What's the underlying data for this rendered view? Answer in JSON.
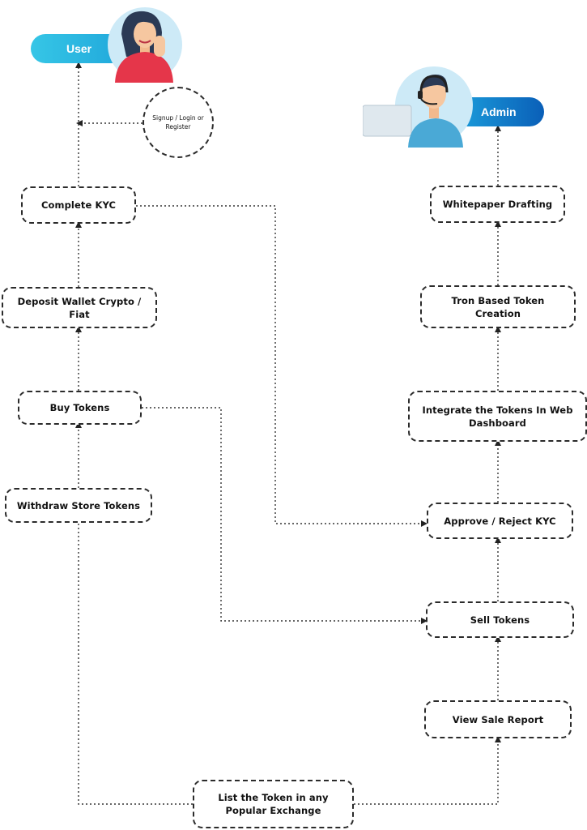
{
  "actors": {
    "user_label": "User",
    "admin_label": "Admin"
  },
  "note": {
    "signup": "Signup / Login or Register"
  },
  "user_flow": {
    "complete_kyc": "Complete KYC",
    "deposit_wallet": "Deposit Wallet Crypto / Fiat",
    "buy_tokens": "Buy Tokens",
    "withdraw_tokens": "Withdraw Store Tokens"
  },
  "admin_flow": {
    "whitepaper": "Whitepaper Drafting",
    "token_creation": "Tron Based Token Creation",
    "integrate": "Integrate the Tokens In Web Dashboard",
    "approve_kyc": "Approve / Reject KYC",
    "sell_tokens": "Sell Tokens",
    "view_sale_report": "View Sale Report"
  },
  "list_token": "List the Token in any Popular Exchange",
  "colors": {
    "user_pill": "#1fb3e0",
    "admin_pill": "#0a5fb8",
    "border": "#2b2b2b"
  }
}
